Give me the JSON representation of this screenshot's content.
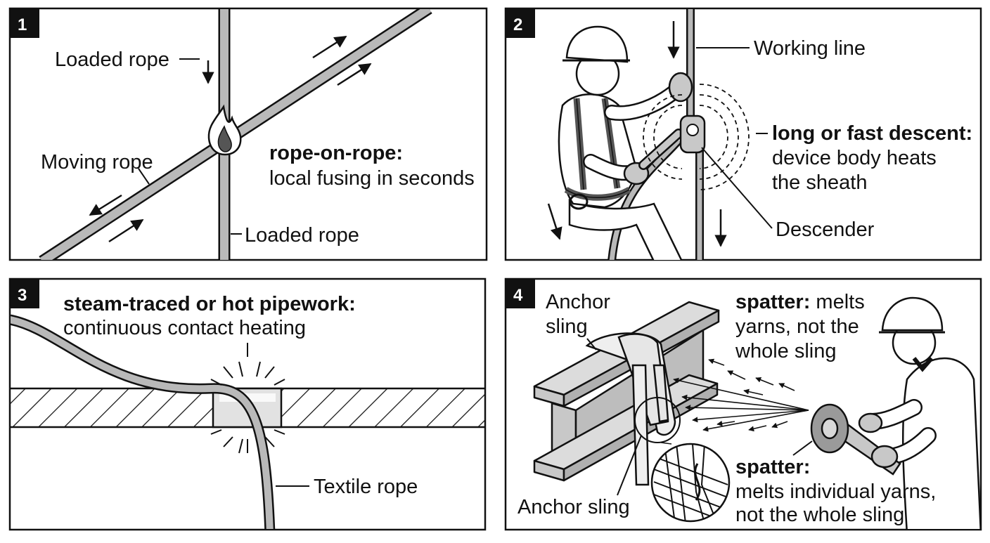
{
  "panels": [
    {
      "number": "1",
      "labels": {
        "loaded_rope_top": "Loaded rope",
        "moving_rope": "Moving rope",
        "hazard_title": "rope-on-rope:",
        "hazard_text": "local fusing in seconds",
        "loaded_rope_bottom": "Loaded rope"
      }
    },
    {
      "number": "2",
      "labels": {
        "working_line": "Working line",
        "hazard_title": "long or fast descent:",
        "hazard_line1": "device body heats",
        "hazard_line2": "the sheath",
        "descender": "Descender"
      }
    },
    {
      "number": "3",
      "labels": {
        "hazard_title": "steam-traced or hot pipework:",
        "hazard_text": "continuous contact heating",
        "textile_rope": "Textile rope"
      }
    },
    {
      "number": "4",
      "labels": {
        "anchor_sling_top_line1": "Anchor",
        "anchor_sling_top_line2": "sling",
        "spatter_top_title": "spatter:",
        "spatter_top_line1_rest": " melts",
        "spatter_top_line2": "yarns, not the",
        "spatter_top_line3": "whole sling",
        "spatter_bottom_title": "spatter:",
        "spatter_bottom_line1": "melts individual yarns,",
        "spatter_bottom_line2": "not the whole sling",
        "anchor_sling_bottom": "Anchor sling"
      }
    }
  ],
  "colors": {
    "ink": "#111111",
    "rope_fill": "#b9b9b9",
    "steel_fill": "#c8c8c8",
    "heat_fill": "#e2e2e2",
    "paper": "#ffffff"
  },
  "icons": [
    "flame-icon",
    "arrow-icon",
    "heat-wave-icon",
    "spark-icon",
    "hard-hat-icon",
    "angle-grinder-icon"
  ]
}
